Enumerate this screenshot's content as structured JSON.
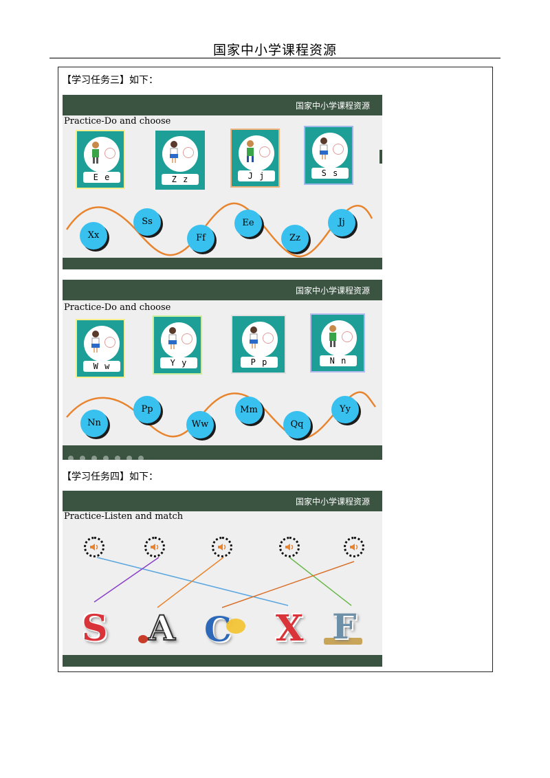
{
  "page_header": "国家中小学课程资源",
  "task3_label": "【学习任务三】如下：",
  "task4_label": "【学习任务四】如下：",
  "slides": [
    {
      "brand": "国家中小学课程资源",
      "title": "Practice-Do and choose",
      "cards": [
        "E e",
        "Z z",
        "J j",
        "S s"
      ],
      "bubbles": [
        "Xx",
        "Ss",
        "Ff",
        "Ee",
        "Zz",
        "Jj"
      ]
    },
    {
      "brand": "国家中小学课程资源",
      "title": "Practice-Do and choose",
      "cards": [
        "W w",
        "Y y",
        "P p",
        "N n"
      ],
      "bubbles": [
        "Nn",
        "Pp",
        "Ww",
        "Mm",
        "Qq",
        "Yy"
      ]
    },
    {
      "brand": "国家中小学课程资源",
      "title": "Practice-Listen and match",
      "letters": [
        "S",
        "A",
        "C",
        "X",
        "F"
      ]
    }
  ],
  "colors": {
    "slide_bar": "#3b5442",
    "card_teal": "#1d9e96",
    "bubble_blue": "#38c0ef",
    "wave_orange": "#e8842d"
  }
}
